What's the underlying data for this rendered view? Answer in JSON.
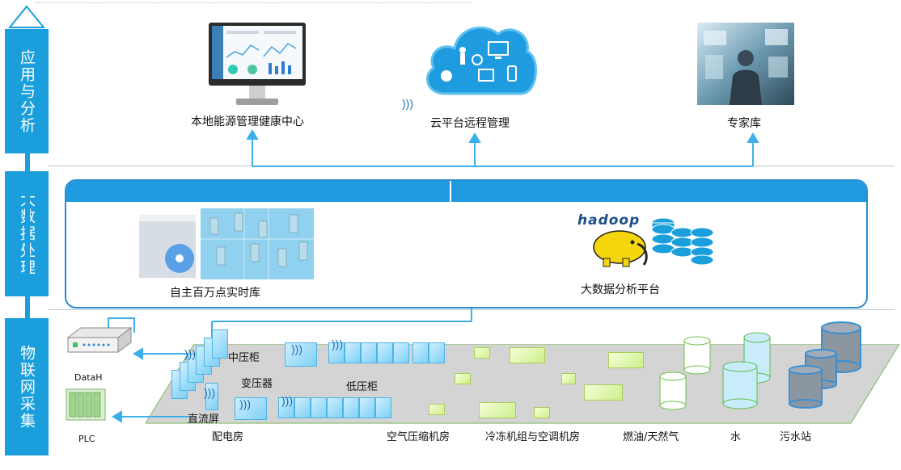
{
  "tiers": [
    {
      "label": "应用与分析"
    },
    {
      "label": "大数据处理"
    },
    {
      "label": "物联网采集"
    }
  ],
  "application": {
    "local_center": "本地能源管理健康中心",
    "cloud_platform": "云平台远程管理",
    "expert_library": "专家库"
  },
  "bigdata": {
    "realtime_db": "自主百万点实时库",
    "analytics_platform": "大数据分析平台",
    "hadoop_logo_text": "hadoop"
  },
  "iot": {
    "gateway": "DataH",
    "plc": "PLC",
    "mid_voltage": "中压柜",
    "transformer": "变压器",
    "low_voltage": "低压柜",
    "dc_screen": "直流屏",
    "distribution_room": "配电房",
    "air_compressor_room": "空气压缩机房",
    "chiller_room": "冷冻机组与空调机房",
    "fuel_gas": "燃油/天然气",
    "water": "水",
    "sewage": "污水站"
  },
  "colors": {
    "tier_bar": "#1a9fdc",
    "panel_header": "#1e9be0",
    "arrow": "#3db0ea",
    "platform": "#d4d4d4"
  }
}
